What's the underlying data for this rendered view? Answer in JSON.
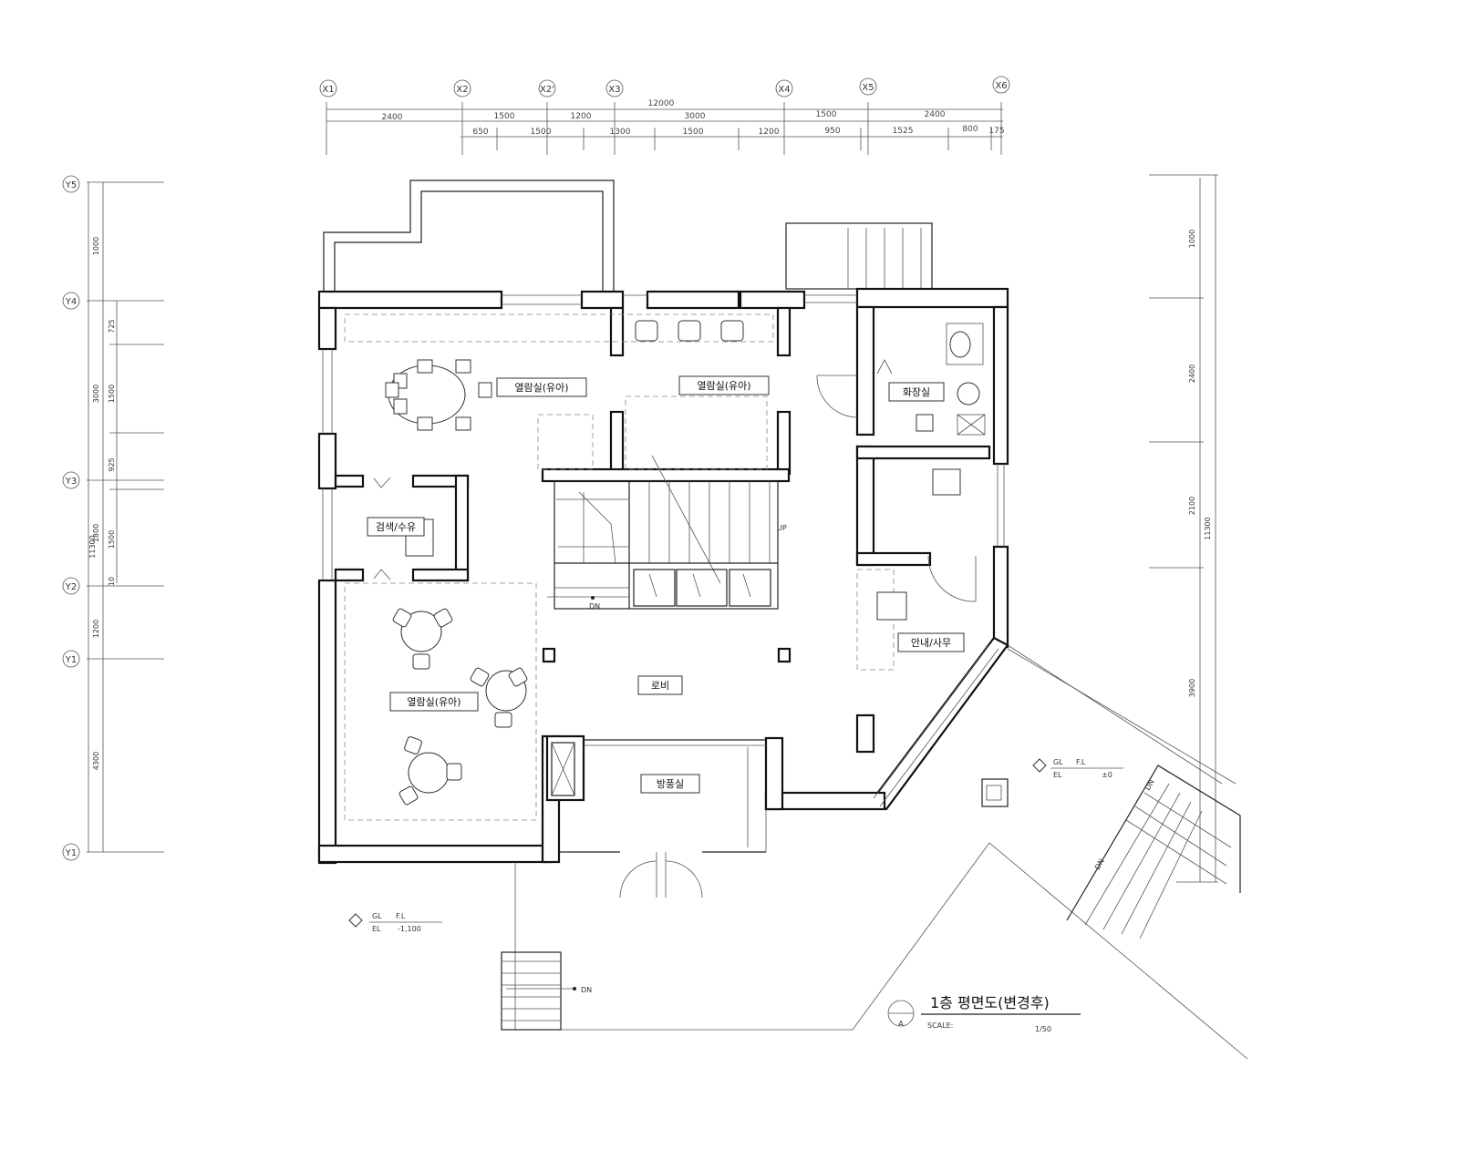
{
  "drawing": {
    "title": "1층 평면도(변경후)",
    "scale_label": "SCALE:",
    "scale_value": "1/50",
    "section_mark": "A"
  },
  "grid_x": [
    "X1",
    "X2",
    "X2'",
    "X3",
    "X4",
    "X5",
    "X6"
  ],
  "grid_y": [
    "Y5",
    "Y4",
    "Y3",
    "Y2",
    "Y1",
    "Y1"
  ],
  "dims_top": {
    "overall": "12000",
    "row1": [
      "2400",
      "1500",
      "1200",
      "3000",
      "1500",
      "2400"
    ],
    "row2": [
      "650",
      "1500",
      "1300",
      "1500",
      "1200",
      "950",
      "1525",
      "800",
      "175"
    ]
  },
  "dims_left": {
    "overall": "11300",
    "outer": [
      "1000",
      "3000",
      "1800",
      "1200",
      "4300"
    ],
    "inner": [
      "725",
      "1500",
      "925",
      "1500",
      "10"
    ]
  },
  "dims_right": {
    "overall": "11300",
    "segments": [
      "1000",
      "2400",
      "2100",
      "3900"
    ]
  },
  "rooms": {
    "reading_top_left": "열람실(유아)",
    "reading_top_right": "열람실(유아)",
    "toilet": "화장실",
    "search": "검색/수유",
    "reading_bottom": "열람실(유아)",
    "lobby": "로비",
    "info": "안내/사무",
    "windbreak": "방풍실"
  },
  "stair_marks": {
    "up": "UP",
    "dn_inner": "DN",
    "dn_bottom": "DN",
    "dn_right_1": "DN",
    "dn_right_2": "DN"
  },
  "levels": {
    "left": {
      "gl": "GL",
      "fl": "F.L",
      "el": "EL",
      "value": "-1,100"
    },
    "right": {
      "gl": "GL",
      "fl": "F.L",
      "el": "EL",
      "value": "±0"
    }
  }
}
